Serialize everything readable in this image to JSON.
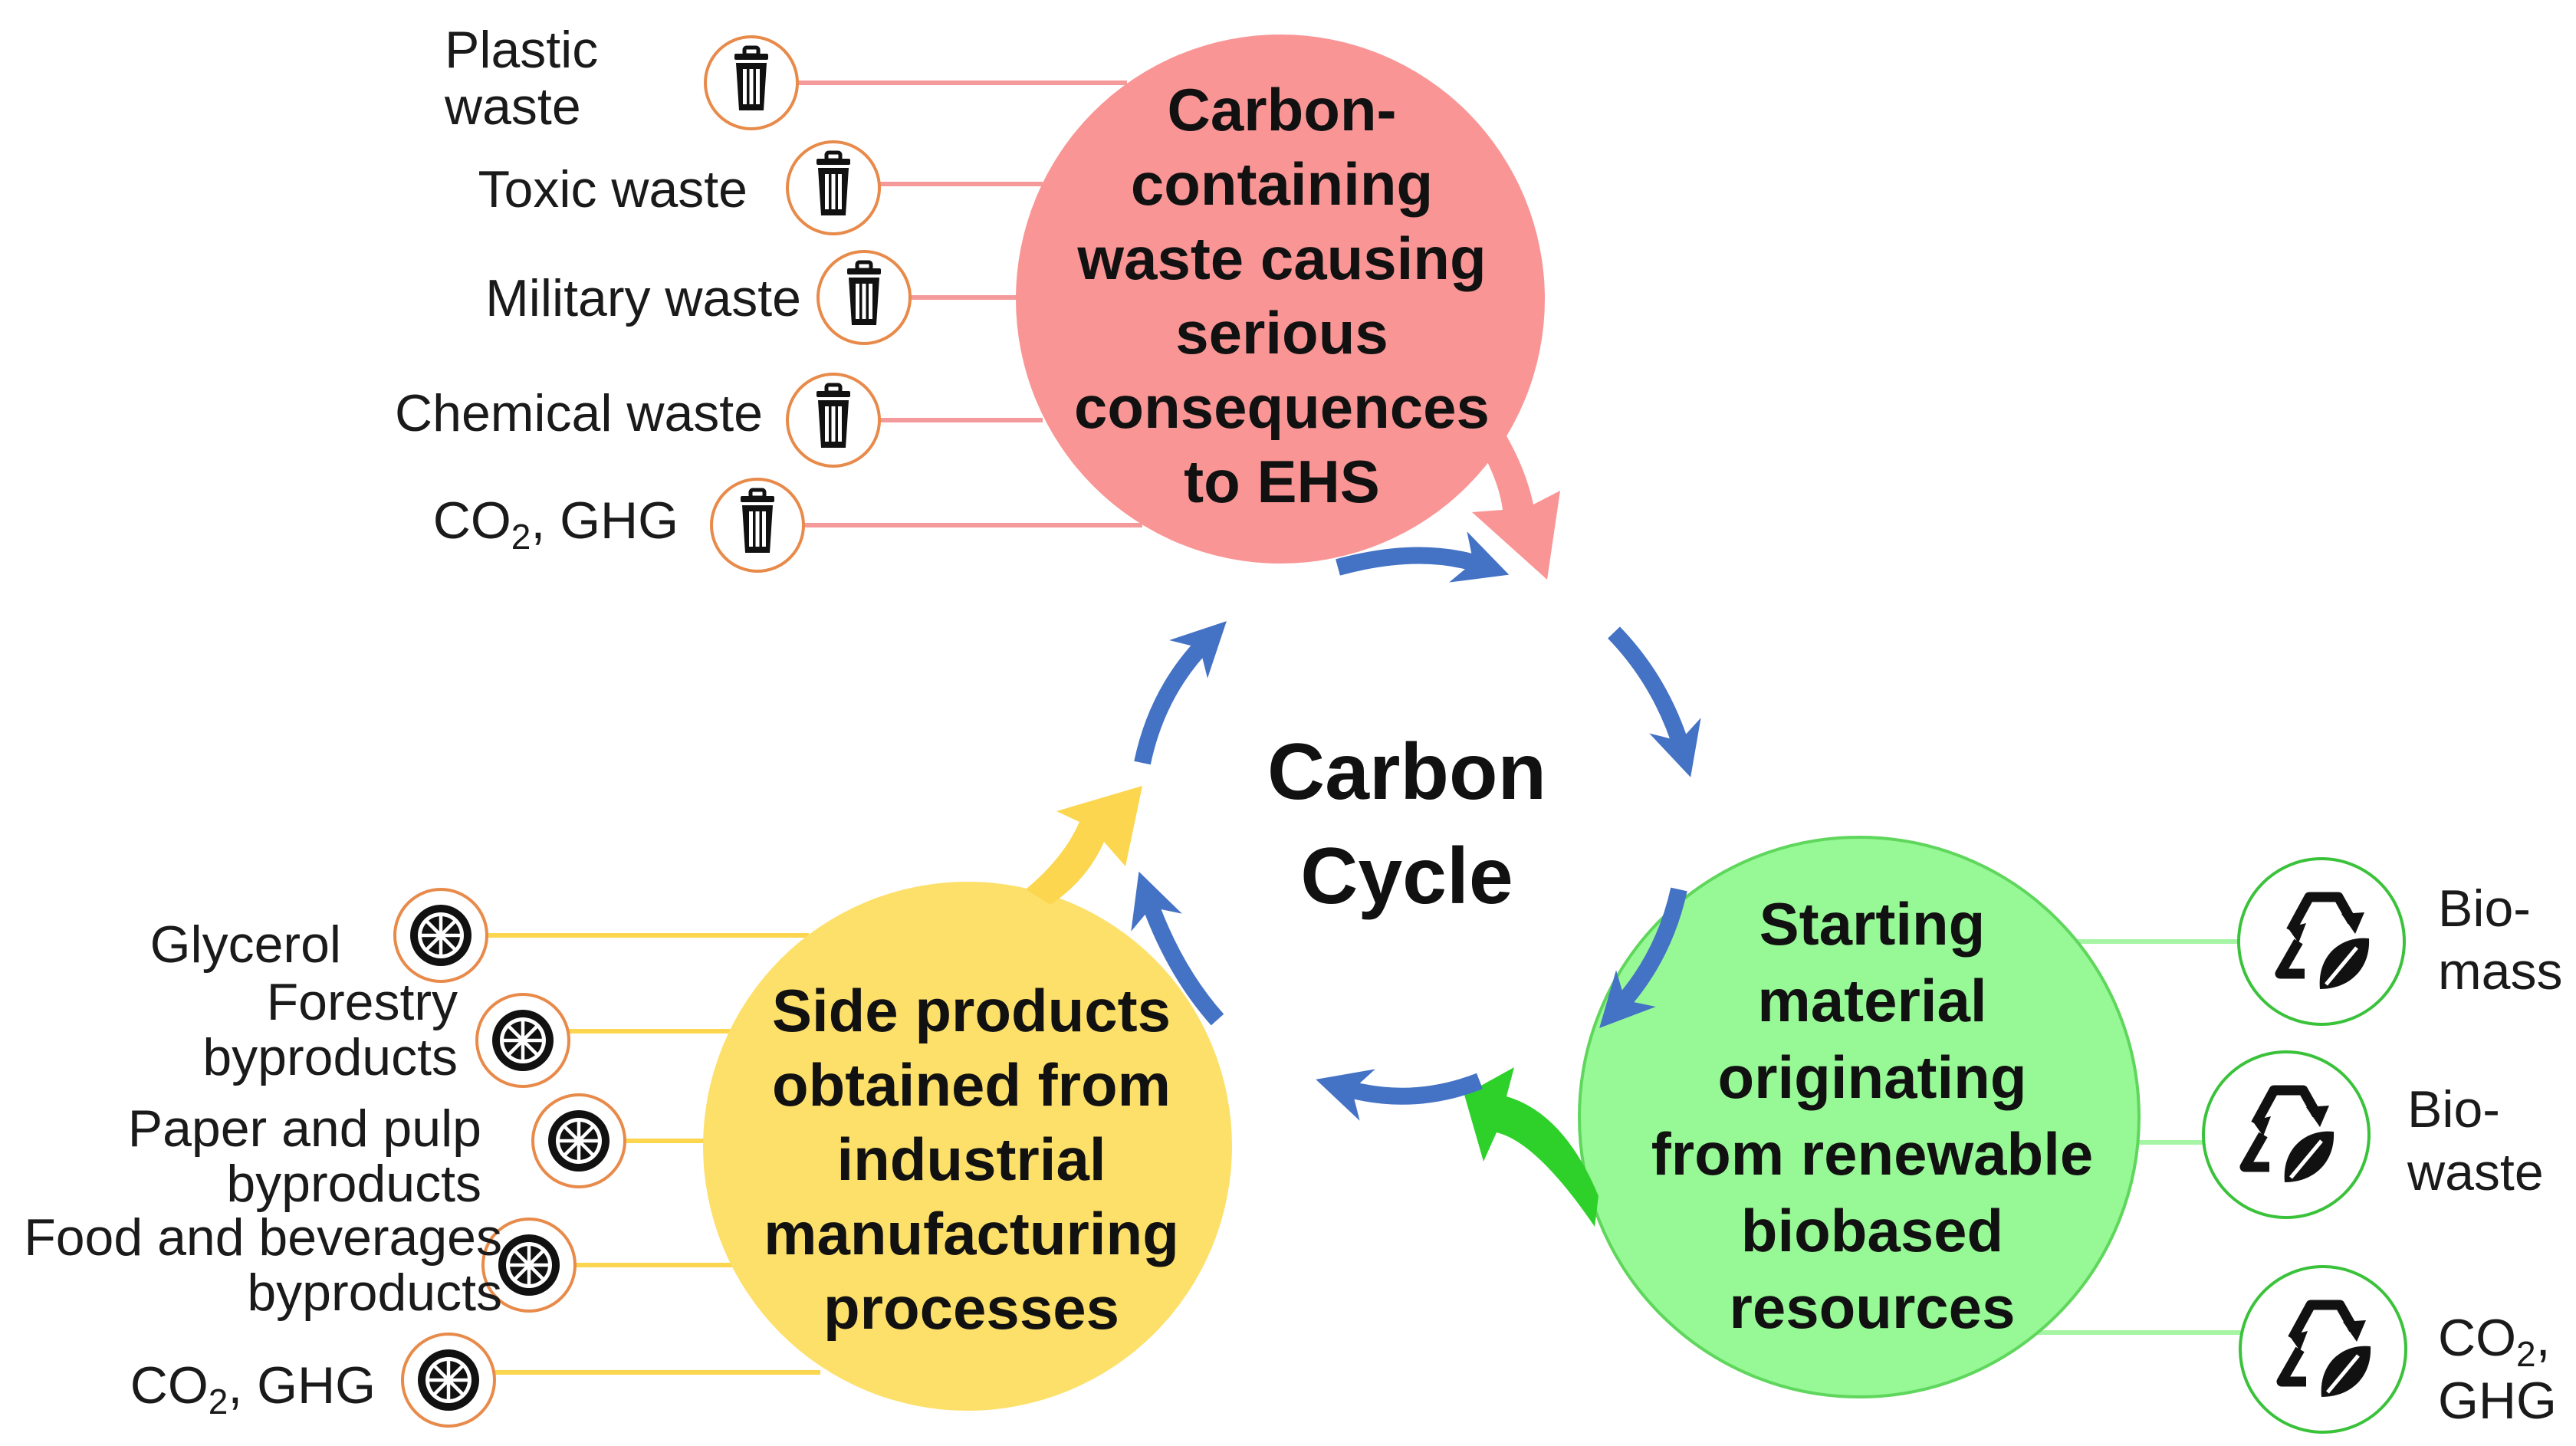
{
  "center": {
    "title_line1": "Carbon",
    "title_line2": "Cycle"
  },
  "waste": {
    "lines": [
      "Carbon-",
      "containing",
      "waste causing",
      "serious",
      "consequences",
      "to EHS"
    ],
    "color": "#f99595",
    "items": [
      {
        "lines": [
          "Plastic",
          "waste"
        ]
      },
      {
        "lines": [
          "Toxic waste"
        ]
      },
      {
        "lines": [
          "Military waste"
        ]
      },
      {
        "lines": [
          "Chemical waste"
        ]
      },
      {
        "co2": true,
        "lines": [
          "CO",
          "2",
          ", GHG"
        ]
      }
    ]
  },
  "renewable": {
    "lines": [
      "Starting",
      "material",
      "originating",
      "from renewable",
      "biobased",
      "resources"
    ],
    "color": "#97f896",
    "items": [
      {
        "lines": [
          "Bio-",
          "mass"
        ]
      },
      {
        "lines": [
          "Bio-",
          "waste"
        ]
      },
      {
        "co2": true,
        "lines": [
          "CO",
          "2",
          ",",
          "GHG"
        ]
      }
    ]
  },
  "industrial": {
    "lines": [
      "Side products",
      "obtained from",
      "industrial",
      "manufacturing",
      "processes"
    ],
    "color": "#fde06a",
    "items": [
      {
        "lines": [
          "Glycerol"
        ]
      },
      {
        "lines": [
          "Forestry",
          "byproducts"
        ]
      },
      {
        "lines": [
          "Paper and pulp",
          "byproducts"
        ]
      },
      {
        "lines": [
          "Food and beverages",
          "byproducts"
        ]
      },
      {
        "co2": true,
        "lines": [
          "CO",
          "2",
          ", GHG"
        ]
      }
    ]
  },
  "icons": {
    "waste": "trash-can-icon",
    "renewable": "recycle-leaf-icon",
    "industrial": "wheel-icon"
  },
  "colors": {
    "cycle_arrow": "#4472c4",
    "icon_ring": "#e88a4a",
    "green_arrow": "#2ed12a",
    "yellow_arrow": "#fbd64e"
  }
}
